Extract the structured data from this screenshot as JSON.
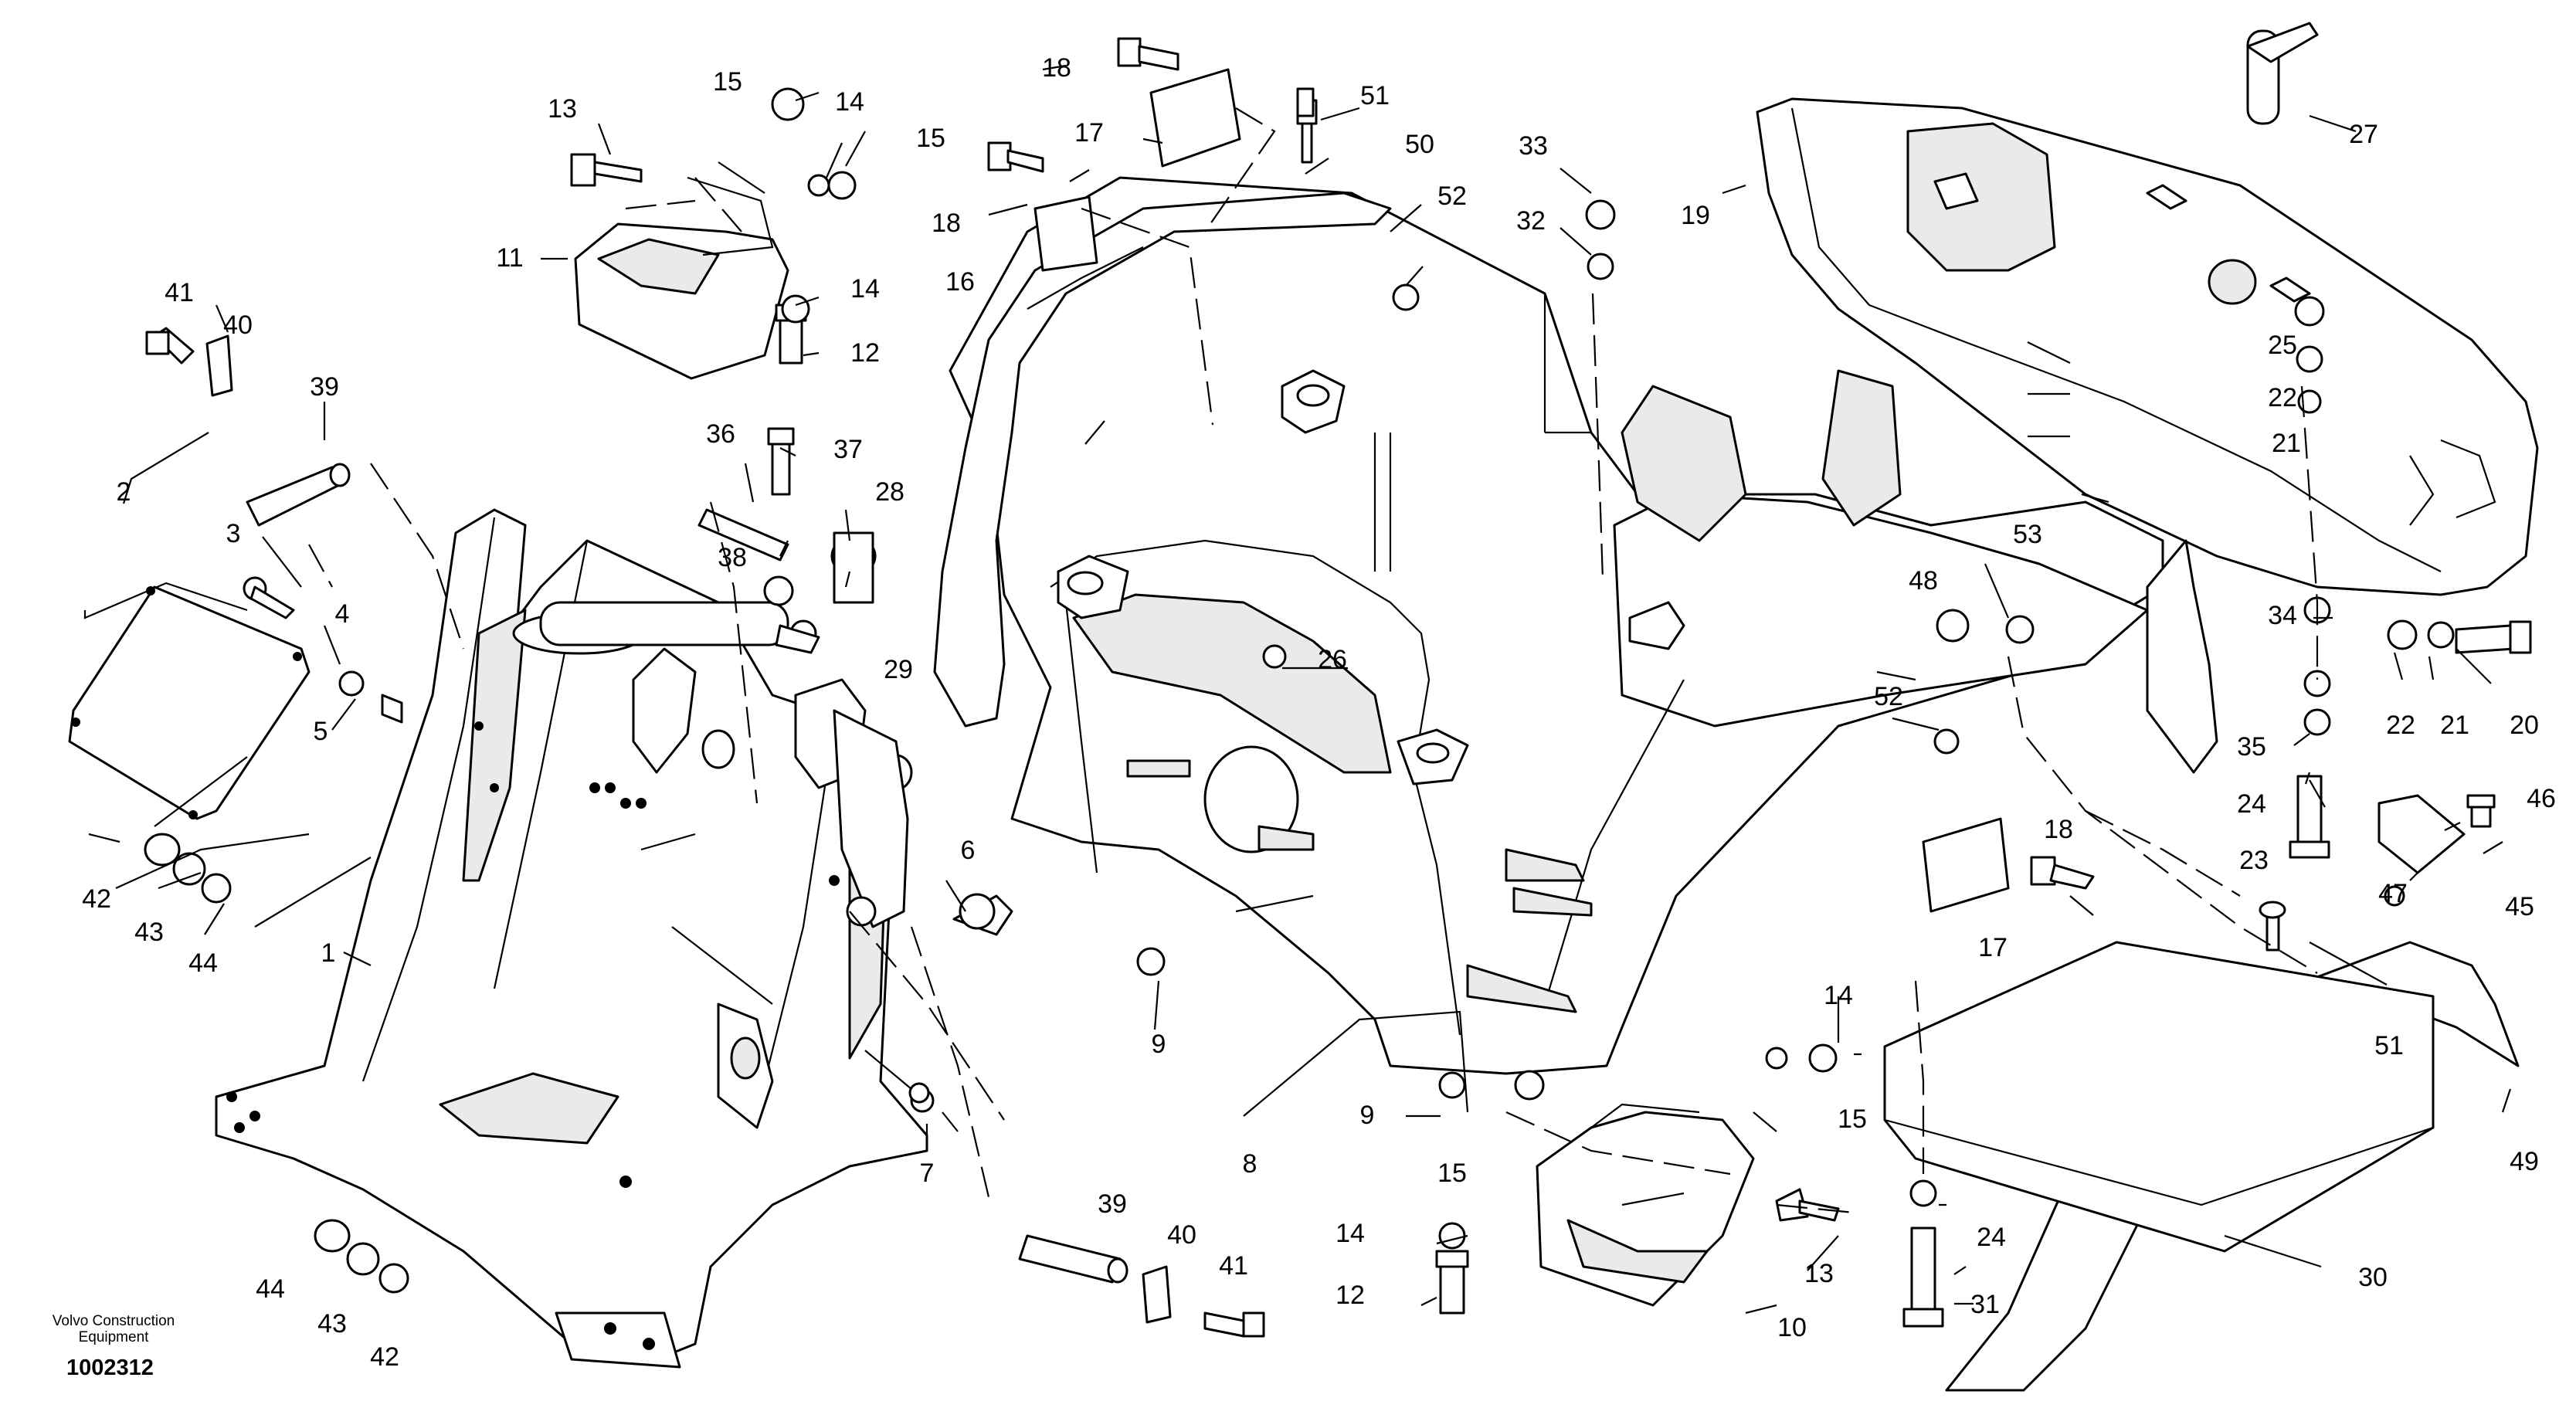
{
  "credit": {
    "line1": "Volvo Construction",
    "line2": "Equipment"
  },
  "drawing_number": "1002312",
  "labels": [
    "1",
    "2",
    "3",
    "4",
    "5",
    "6",
    "7",
    "8",
    "9",
    "9",
    "10",
    "11",
    "12",
    "12",
    "13",
    "13",
    "14",
    "14",
    "14",
    "14",
    "15",
    "15",
    "15",
    "15",
    "16",
    "17",
    "17",
    "18",
    "18",
    "18",
    "19",
    "20",
    "21",
    "21",
    "22",
    "22",
    "23",
    "24",
    "24",
    "25",
    "26",
    "27",
    "28",
    "29",
    "30",
    "31",
    "32",
    "33",
    "34",
    "35",
    "36",
    "37",
    "38",
    "39",
    "39",
    "40",
    "40",
    "41",
    "41",
    "42",
    "42",
    "43",
    "43",
    "44",
    "44",
    "45",
    "46",
    "47",
    "48",
    "49",
    "50",
    "51",
    "51",
    "52",
    "52",
    "53"
  ]
}
